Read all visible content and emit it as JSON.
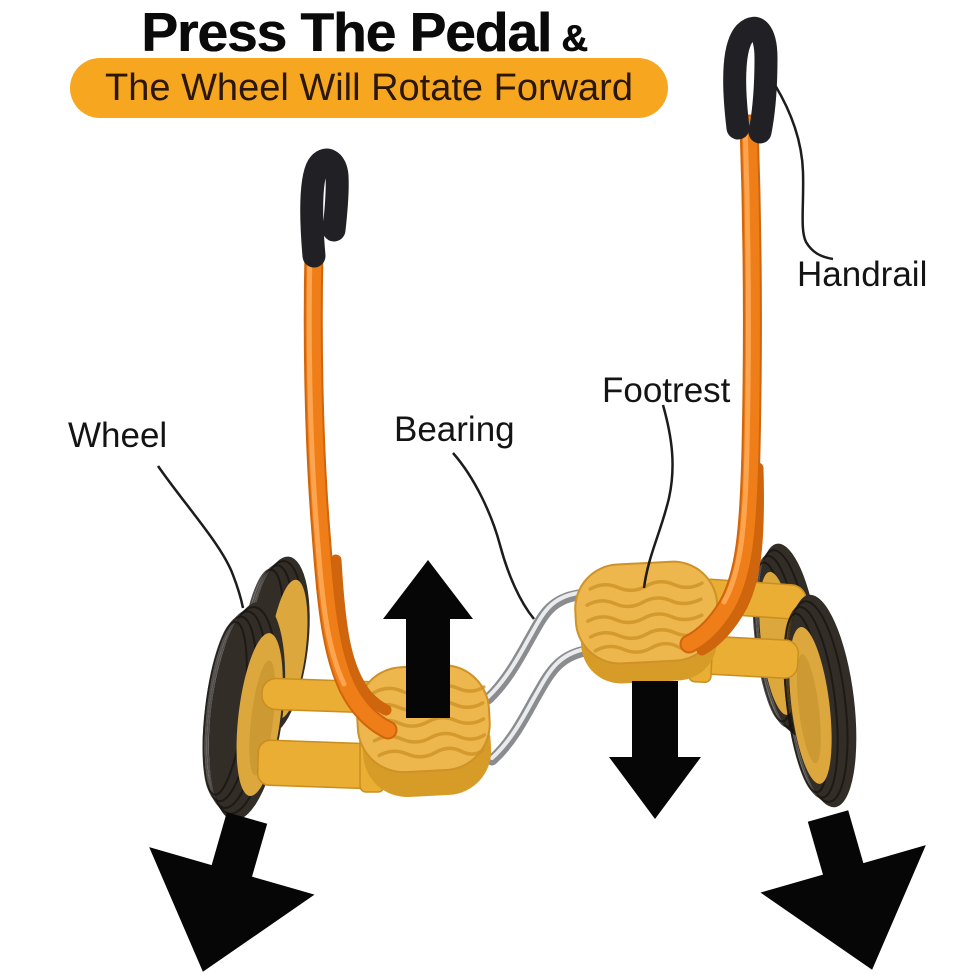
{
  "header": {
    "title": "Press The Pedal",
    "title_suffix": "&",
    "subtitle": "The Wheel Will Rotate Forward"
  },
  "part_labels": {
    "wheel": "Wheel",
    "bearing": "Bearing",
    "footrest": "Footrest",
    "handrail": "Handrail"
  },
  "icons": {
    "left_pedal_arrow": "up-arrow",
    "right_pedal_arrow": "down-arrow",
    "left_wheel_arrow": "down-left-arrow",
    "right_wheel_arrow": "down-right-arrow"
  },
  "colors": {
    "canvas_bg": "#ffffff",
    "title_text": "#0a0a0a",
    "pill_bg": "#F6A71F",
    "pill_text": "#2A1708",
    "label_text": "#141414",
    "tube_orange": "#EF7D18",
    "tube_orange_dark": "#CF650C",
    "tube_highlight": "#FCA44E",
    "grip_black": "#212125",
    "pedal_yellow": "#EDB74E",
    "pedal_yellow_dark": "#D79B28",
    "pedal_ridge": "#CE9227",
    "frame_yellow": "#E9AE33",
    "frame_edge": "#C98E1E",
    "tire_black": "#332D27",
    "tire_tread": "#17130F",
    "hub_yellow": "#DCA83E",
    "hub_shade": "#C08C2A",
    "chrome_base": "#8A8C8F",
    "chrome_highlight": "#E9EBED",
    "arrow_black": "#060606",
    "leader_line": "#1C1C1C"
  }
}
